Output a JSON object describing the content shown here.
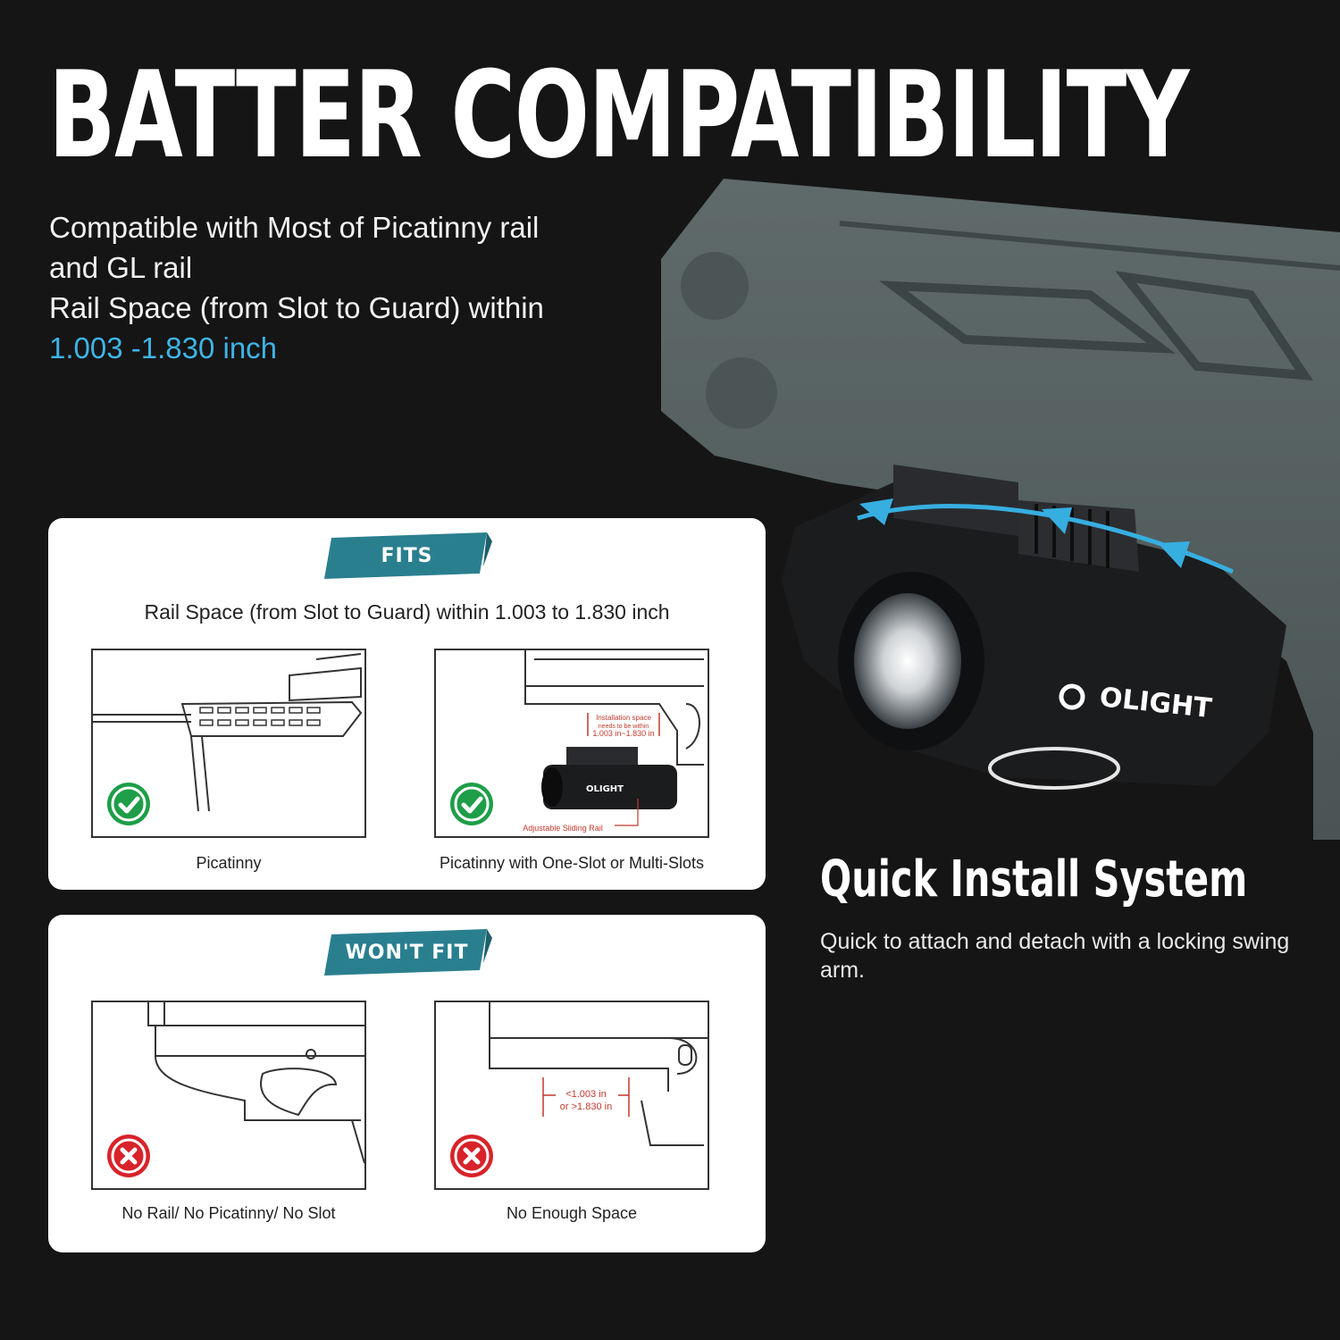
{
  "headline": "BATTER COMPATIBILITY",
  "intro": {
    "line1": "Compatible with Most of Picatinny rail",
    "line2": "and GL rail",
    "line3": "Rail Space (from Slot to Guard) within",
    "range": "1.003 -1.830 inch"
  },
  "colors": {
    "accent": "#3fb4e6",
    "ribbon": "#2a7f8f",
    "check_green": "#1e9e48",
    "cross_red": "#d8232a",
    "background": "#151515"
  },
  "hero": {
    "brand": "OLIGHT"
  },
  "fits_card": {
    "ribbon": "FITS",
    "description": "Rail Space (from Slot to Guard) within 1.003 to 1.830 inch",
    "panels": [
      {
        "caption": "Picatinny",
        "icon": "check-icon"
      },
      {
        "caption": "Picatinny with One-Slot or Multi-Slots",
        "icon": "check-icon"
      }
    ],
    "diagram_notes": {
      "installation_space": "Installation space",
      "needs_within": "needs to be within",
      "range": "1.003 in~1.830 in",
      "brand": "OLIGHT",
      "sliding_rail": "Adjustable Sliding Rail"
    }
  },
  "wontfit_card": {
    "ribbon": "WON'T FIT",
    "panels": [
      {
        "caption": "No Rail/ No Picatinny/ No Slot",
        "icon": "cross-icon"
      },
      {
        "caption": "No Enough Space",
        "icon": "cross-icon"
      }
    ],
    "diagram_notes": {
      "lt": "<1.003 in",
      "gt": "or >1.830 in"
    }
  },
  "side": {
    "title": "Quick Install System",
    "body": "Quick to attach and detach with a locking swing arm."
  }
}
